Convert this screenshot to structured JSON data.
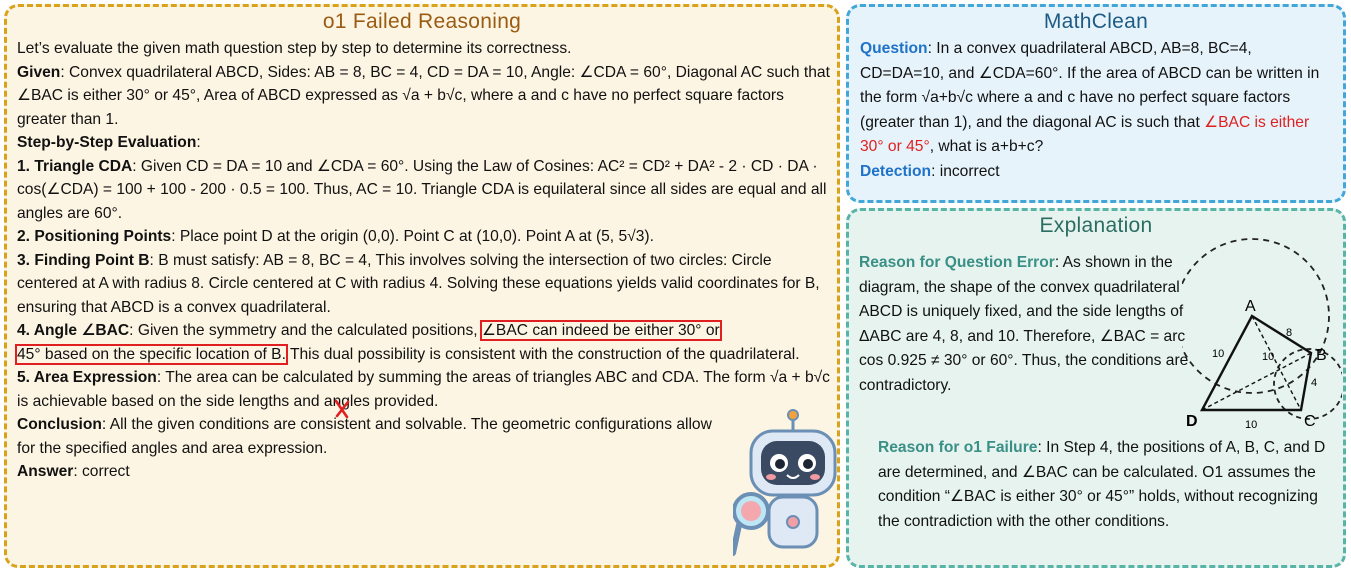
{
  "left_panel": {
    "title": "o1 Failed Reasoning",
    "intro": "Let’s evaluate the given math question step by step to determine its correctness.",
    "given_label": "Given",
    "given_text": ": Convex quadrilateral ABCD, Sides: AB = 8, BC = 4, CD = DA = 10, Angle: ∠CDA = 60°, Diagonal AC such that ∠BAC is either 30° or 45°, Area of ABCD expressed as √a + b√c, where a and c have no perfect square factors greater than 1.",
    "eval_label": "Step-by-Step Evaluation",
    "eval_colon": ":",
    "step1_label": "1. Triangle CDA",
    "step1_text": ": Given CD = DA = 10 and ∠CDA = 60°. Using the Law of Cosines: AC² = CD² + DA² - 2 · CD · DA · cos(∠CDA) = 100 + 100 - 200 · 0.5 = 100. Thus, AC = 10. Triangle CDA is equilateral since all sides are equal and all angles are 60°.",
    "step2_label": "2. Positioning Points",
    "step2_text": ": Place point D at the origin (0,0). Point C at (10,0). Point A at (5, 5√3).",
    "step3_label": "3. Finding Point B",
    "step3_text": ": B must satisfy: AB = 8, BC = 4, This involves solving the intersection of two circles: Circle centered at A with radius 8. Circle centered at C with radius 4. Solving these equations yields valid coordinates for B, ensuring that ABCD is a convex quadrilateral.",
    "step4_label": "4. Angle ∠BAC",
    "step4_pre": ": Given the symmetry and the calculated positions, ",
    "step4_hl1": "∠BAC can indeed be either 30° or",
    "step4_hl2": "45° based on the specific location of B.",
    "step4_post": " This dual possibility is consistent with the construction of the quadrilateral.",
    "step5_label": "5. Area Expression",
    "step5_text": ": The area can be calculated by summing the areas of triangles ABC and CDA. The form √a + b√c is achievable based on the side lengths and angles provided.",
    "conclusion_label": "Conclusion",
    "conclusion_text": ": All the given conditions are consistent and solvable. The geometric configurations allow for the specified angles and area expression.",
    "answer_label": "Answer",
    "answer_text": ": correct"
  },
  "top_right_panel": {
    "title": "MathClean",
    "question_label": "Question",
    "question_pre": ": In a convex quadrilateral ABCD, AB=8, BC=4, CD=DA=10, and ∠CDA=60°. If the area of ABCD can be written in the form √a+b√c where a and c have no perfect square factors (greater than 1), and the diagonal AC is such that ",
    "question_red": "∠BAC is either 30° or 45°",
    "question_post": ", what is a+b+c?",
    "detection_label": "Detection",
    "detection_text": ": incorrect"
  },
  "bottom_right_panel": {
    "title": "Explanation",
    "reason_q_label": "Reason for Question Error",
    "reason_q_text": ": As shown in the diagram, the shape of the convex quadrilateral ABCD is uniquely fixed, and the side lengths of ΔABC are 4, 8, and 10. Therefore, ∠BAC = arc cos 0.925 ≠ 30° or 60°. Thus, the conditions are contradictory.",
    "reason_o1_label": "Reason for o1 Failure",
    "reason_o1_text": ": In Step 4, the positions of  A, B, C, and D are determined, and ∠BAC can be calculated. O1 assumes the condition “∠BAC is either 30° or 45°” holds, without recognizing the contradiction with the other conditions.",
    "diagram": {
      "label_a": "A",
      "label_b": "B",
      "label_c": "C",
      "label_d": "D",
      "len_ab": "8",
      "len_ad": "10",
      "len_ac": "10",
      "len_bc": "4",
      "len_dc": "10"
    }
  },
  "colors": {
    "left_bg": "#fdf5e3",
    "left_border": "#d9a21b",
    "top_bg": "#e6f3fb",
    "top_border": "#42a7d8",
    "bottom_bg": "#e6f3ee",
    "bottom_border": "#58b4a6",
    "highlight": "#e02020",
    "question_keyword": "#1f72c7",
    "explanation_keyword": "#3a8f86"
  }
}
